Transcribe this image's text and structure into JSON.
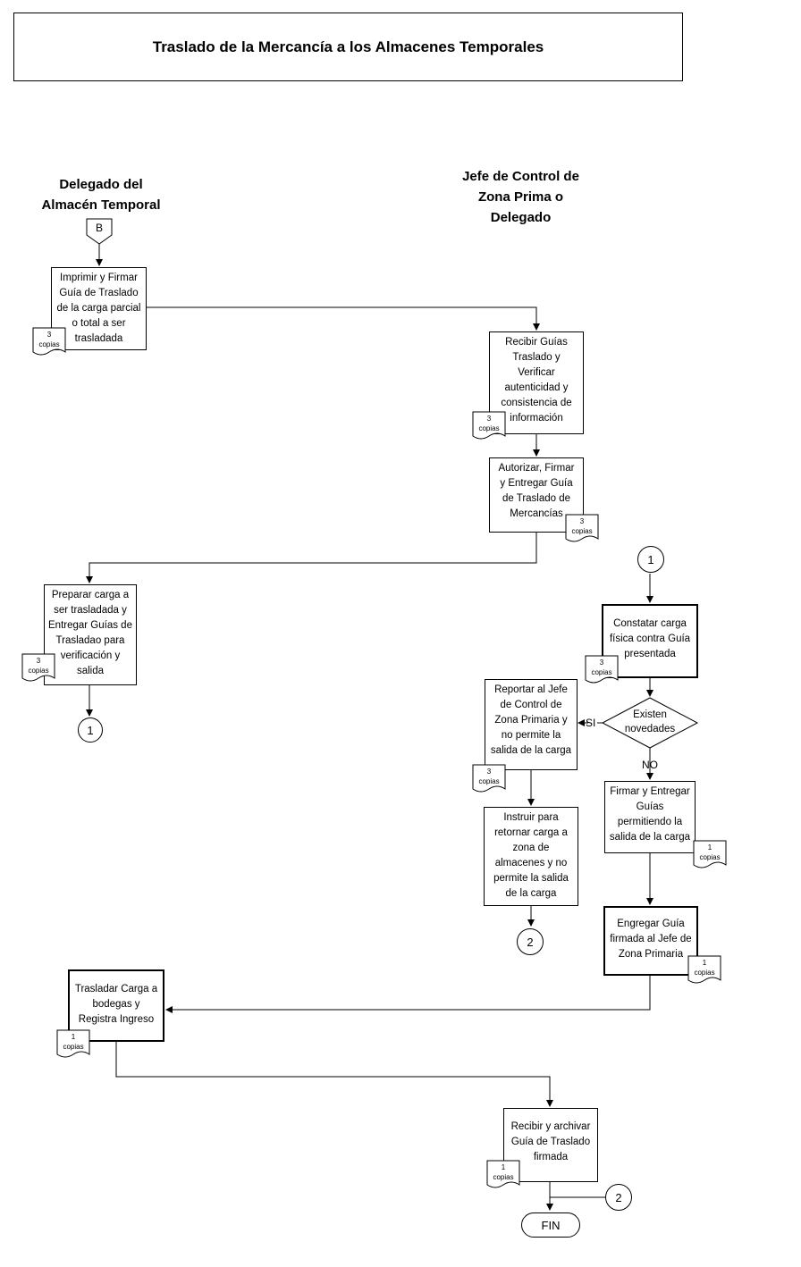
{
  "title": "Traslado de la Mercancía a los Almacenes Temporales",
  "lanes": {
    "left": "Delegado del\nAlmacén Temporal",
    "right": "Jefe de Control de\nZona Prima o\nDelegado"
  },
  "offpage_connector": "B",
  "boxes": {
    "imprimir": "Imprimir y Firmar\nGuía de Traslado\nde la carga parcial\no total a ser\ntrasladada",
    "recibir_guias": "Recibir Guías\nTraslado y\nVerificar\nautenticidad y\nconsistencia de\ninformación",
    "autorizar": "Autorizar, Firmar\ny Entregar Guía\nde Traslado de\nMercancías",
    "preparar": "Preparar carga a\nser trasladada y\nEntregar Guías de\nTrasladao para\nverificación y\nsalida",
    "constatar": "Constatar carga\nfísica contra Guía\npresentada",
    "reportar": "Reportar al Jefe\nde Control de\nZona Primaria y\nno permite la\nsalida de la carga",
    "firmar_entregar": "Firmar y Entregar\nGuías\npermitiendo la\nsalida de la carga",
    "instruir": "Instruir para\nretornar carga a\nzona de\nalmacenes y no\npermite la salida\nde la carga",
    "engregar": "Engregar Guía\nfirmada al Jefe de\nZona Primaria",
    "trasladar": "Trasladar Carga a\nbodegas y\nRegistra Ingreso",
    "recibir_archivar": "Recibir y archivar\nGuía de Traslado\nfirmada"
  },
  "decision": {
    "text": "Existen\nnovedades",
    "yes_label": "SI",
    "no_label": "NO"
  },
  "docs": {
    "imprimir": {
      "count": "3",
      "label": "copias"
    },
    "recibir": {
      "count": "3",
      "label": "copias"
    },
    "autorizar": {
      "count": "3",
      "label": "copias"
    },
    "preparar": {
      "count": "3",
      "label": "copias"
    },
    "constatar": {
      "count": "3",
      "label": "copias"
    },
    "reportar": {
      "count": "3",
      "label": "copias"
    },
    "firmar": {
      "count": "1",
      "label": "copias"
    },
    "engregar": {
      "count": "1",
      "label": "copias"
    },
    "trasladar": {
      "count": "1",
      "label": "copias"
    },
    "archivar": {
      "count": "1",
      "label": "copias"
    }
  },
  "connectors": {
    "one_top": "1",
    "one_bottom": "1",
    "two_mid": "2",
    "two_bottom": "2"
  },
  "end_label": "FIN"
}
